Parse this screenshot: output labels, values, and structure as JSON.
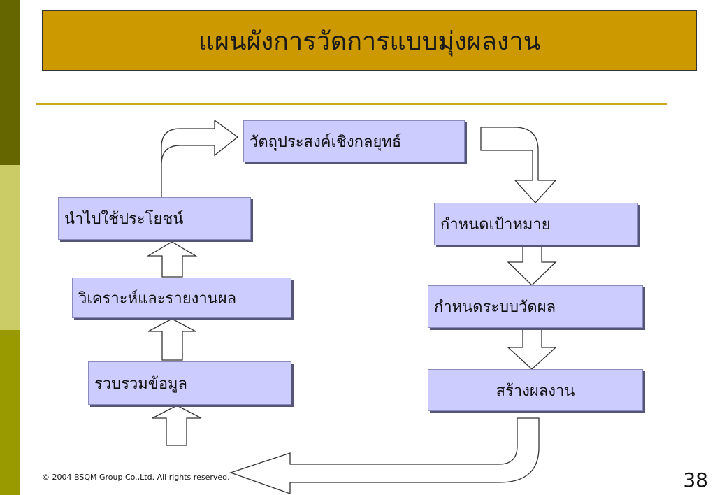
{
  "title": "แผนผังการวัดการแบบมุ่งผลงาน",
  "steps": {
    "strategic_objective": "วัตถุประสงค์เชิงกลยุทธ์",
    "set_target": "กำหนดเป้าหมาย",
    "define_measurement": "กำหนดระบบวัดผล",
    "create_performance": "สร้างผลงาน",
    "collect_data": "รวบรวมข้อมูล",
    "analyze_report": "วิเคราะห์และรายงานผล",
    "utilize": "นำไปใช้ประโยชน์"
  },
  "footer": "© 2004 BSQM Group Co.,Ltd.  All  rights  reserved.",
  "page_number": "38",
  "colors": {
    "title_bg": "#cc9900",
    "box_bg": "#ccccff",
    "sidebar_dark": "#666600",
    "sidebar_light": "#cccc66",
    "sidebar_olive": "#999900",
    "rule": "#c8aa1e"
  }
}
